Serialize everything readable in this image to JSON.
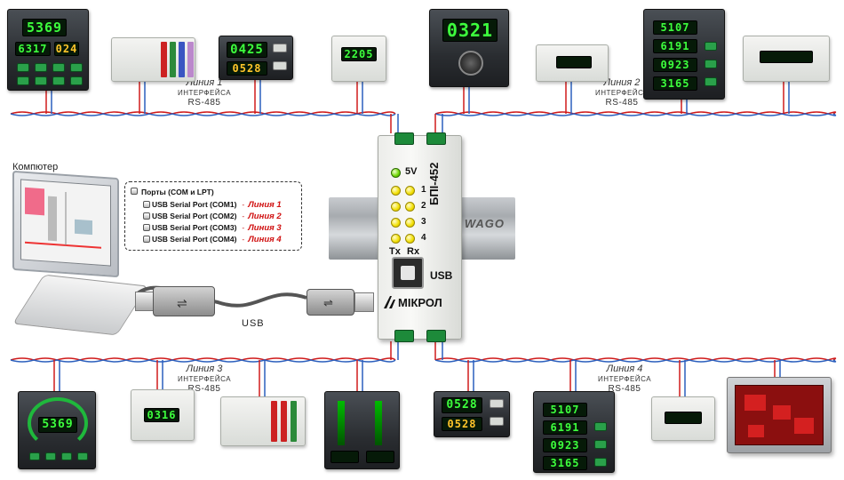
{
  "computer": {
    "label": "Компютер"
  },
  "ports_panel": {
    "title": "Порты (COM и LPT)",
    "ports": [
      {
        "name": "USB Serial Port (COM1)",
        "sep": "-",
        "line": "Линия 1"
      },
      {
        "name": "USB Serial Port (COM2)",
        "sep": "-",
        "line": "Линия 2"
      },
      {
        "name": "USB Serial Port (COM3)",
        "sep": "-",
        "line": "Линия 3"
      },
      {
        "name": "USB Serial Port (COM4)",
        "sep": "-",
        "line": "Линия 4"
      }
    ]
  },
  "lines": [
    {
      "name": "Линия 1",
      "interface": "ИНТЕРФЕЙСА",
      "bus": "RS-485"
    },
    {
      "name": "Линия 2",
      "interface": "ИНТЕРФЕЙСА",
      "bus": "RS-485"
    },
    {
      "name": "Линия 3",
      "interface": "ИНТЕРФЕЙСА",
      "bus": "RS-485"
    },
    {
      "name": "Линия 4",
      "interface": "ИНТЕРФЕЙСА",
      "bus": "RS-485"
    }
  ],
  "module": {
    "model": "БПІ-452",
    "power_led": "5V",
    "channels": [
      "1",
      "2",
      "3",
      "4"
    ],
    "tx": "Tx",
    "rx": "Rx",
    "usb_port": "USB",
    "brand": "МІКРОЛ",
    "rail_brand": "WAGO"
  },
  "cable": {
    "label": "USB"
  },
  "device_readouts": {
    "top_panel_1": [
      "5369",
      "6317",
      "024"
    ],
    "top_panel_2": [
      "0425",
      "0528"
    ],
    "top_din_2": [
      "2205"
    ],
    "top_dial": [
      "0321"
    ],
    "top_panel_3": [
      "5107",
      "6191",
      "0923",
      "3165"
    ],
    "bot_round": [
      "5369"
    ],
    "bot_din_1": [
      "0316"
    ],
    "bot_panel_2": [
      "0528",
      "0528"
    ],
    "bot_panel_3": [
      "5107",
      "6191",
      "0923",
      "3165"
    ]
  },
  "colors": {
    "bus_red": "#d01a1a",
    "bus_blue": "#2b5fbd",
    "line_label_red": "#d01010",
    "led_yellow": "#f2e000",
    "led_green": "#6dd600"
  }
}
